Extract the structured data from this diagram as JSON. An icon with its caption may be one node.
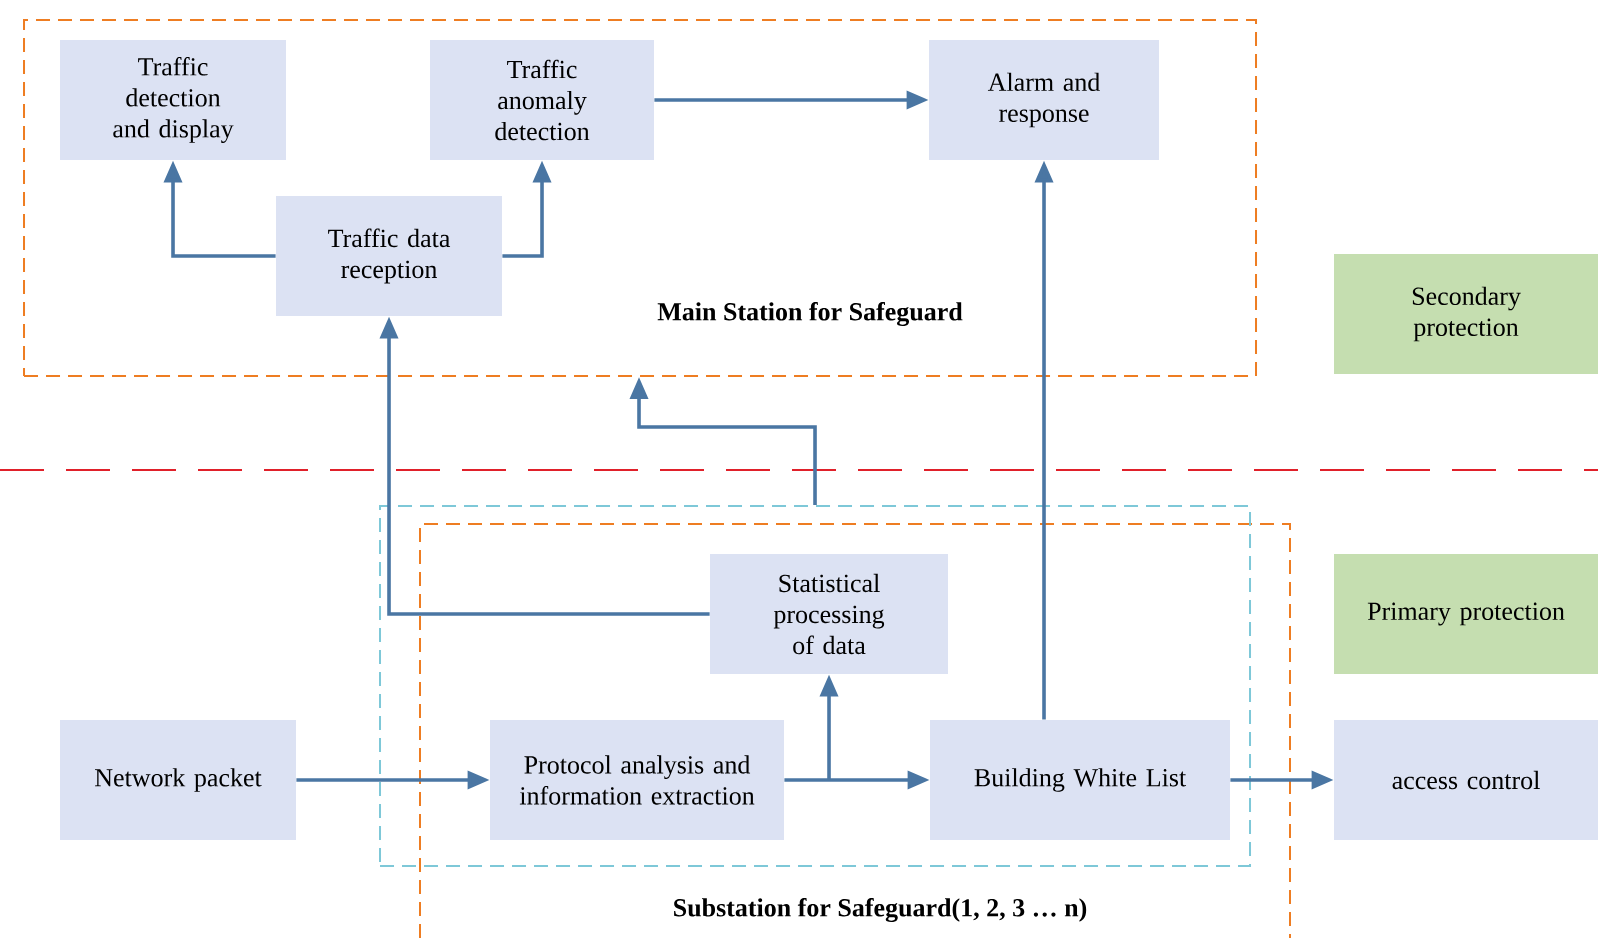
{
  "diagram": {
    "nodes": [
      {
        "text": [
          "Main Station for Safeguard"
        ]
      },
      {
        "text": [
          "Traffic detection and display"
        ],
        "in": 0
      },
      {
        "text": [
          "Traffic anomaly detection"
        ],
        "in": 0
      },
      {
        "text": [
          "Alarm and response"
        ],
        "in": 0
      },
      {
        "text": [
          "Traffic data reception"
        ],
        "in": 0
      },
      {
        "text": [
          "Secondary protection"
        ]
      },
      {
        "text": [
          "Substation for Safeguard(1, 2, 3 … n)"
        ]
      },
      {
        "text": [
          "Statistical processing of data"
        ],
        "in": 6
      },
      {
        "text": [
          "Network packet"
        ]
      },
      {
        "text": [
          "Protocol analysis and information extraction"
        ],
        "in": 6
      },
      {
        "text": [
          "Building White List"
        ],
        "in": 6
      },
      {
        "text": [
          "Primary protection"
        ]
      },
      {
        "text": [
          "access control"
        ]
      }
    ],
    "edges": [
      {
        "from": 4,
        "to": 1,
        "arrow": "to"
      },
      {
        "from": 4,
        "to": 2,
        "arrow": "to"
      },
      {
        "from": 2,
        "to": 3,
        "arrow": "to"
      },
      {
        "from": 7,
        "to": 4,
        "arrow": "to"
      },
      {
        "from": 10,
        "to": 3,
        "arrow": "to"
      },
      {
        "from": 6,
        "to": 0,
        "arrow": "to"
      },
      {
        "from": 8,
        "to": 9,
        "arrow": "to"
      },
      {
        "from": 9,
        "to": 10,
        "arrow": "to"
      },
      {
        "from": 9,
        "to": 7,
        "arrow": "to"
      },
      {
        "from": 10,
        "to": 12,
        "arrow": "to"
      }
    ]
  }
}
